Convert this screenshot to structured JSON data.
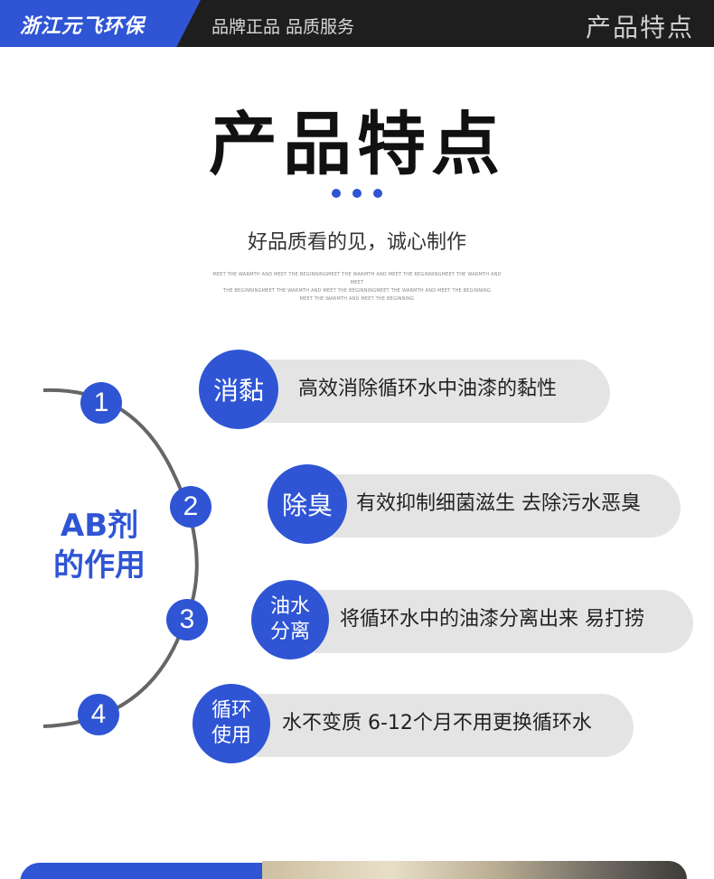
{
  "header": {
    "brand": "浙江元飞环保",
    "slogan": "品牌正品 品质服务",
    "section_tag": "产品特点"
  },
  "title": {
    "main": "产品特点",
    "subtitle": "好品质看的见，诚心制作",
    "fineprint": [
      "MEET THE WARMTH AND MEET THE BEGINNINGMEET THE WARMTH AND MEET THE BEGINNINGMEET THE WARMTH AND MEET",
      "THE BEGINNINGMEET THE WARMTH AND MEET THE BEGINNINGMEET THE WARMTH AND MEET THE BEGINNING",
      "MEET THE WARMTH AND MEET THE BEGINNING"
    ]
  },
  "diagram": {
    "center_label_line1": "AB剂",
    "center_label_line2": "的作用",
    "numbers": [
      "1",
      "2",
      "3",
      "4"
    ],
    "features": [
      {
        "badge_line1": "消黏",
        "badge_line2": "",
        "text": "高效消除循环水中油漆的黏性"
      },
      {
        "badge_line1": "除臭",
        "badge_line2": "",
        "text": "有效抑制细菌滋生 去除污水恶臭"
      },
      {
        "badge_line1": "油水",
        "badge_line2": "分离",
        "text": "将循环水中的油漆分离出来 易打捞"
      },
      {
        "badge_line1": "循环",
        "badge_line2": "使用",
        "text": "水不变质 6-12个月不用更换循环水"
      }
    ]
  },
  "colors": {
    "accent": "#2f55d4",
    "header_bg": "#1e1e1e",
    "pill_bg": "#e4e4e4"
  }
}
